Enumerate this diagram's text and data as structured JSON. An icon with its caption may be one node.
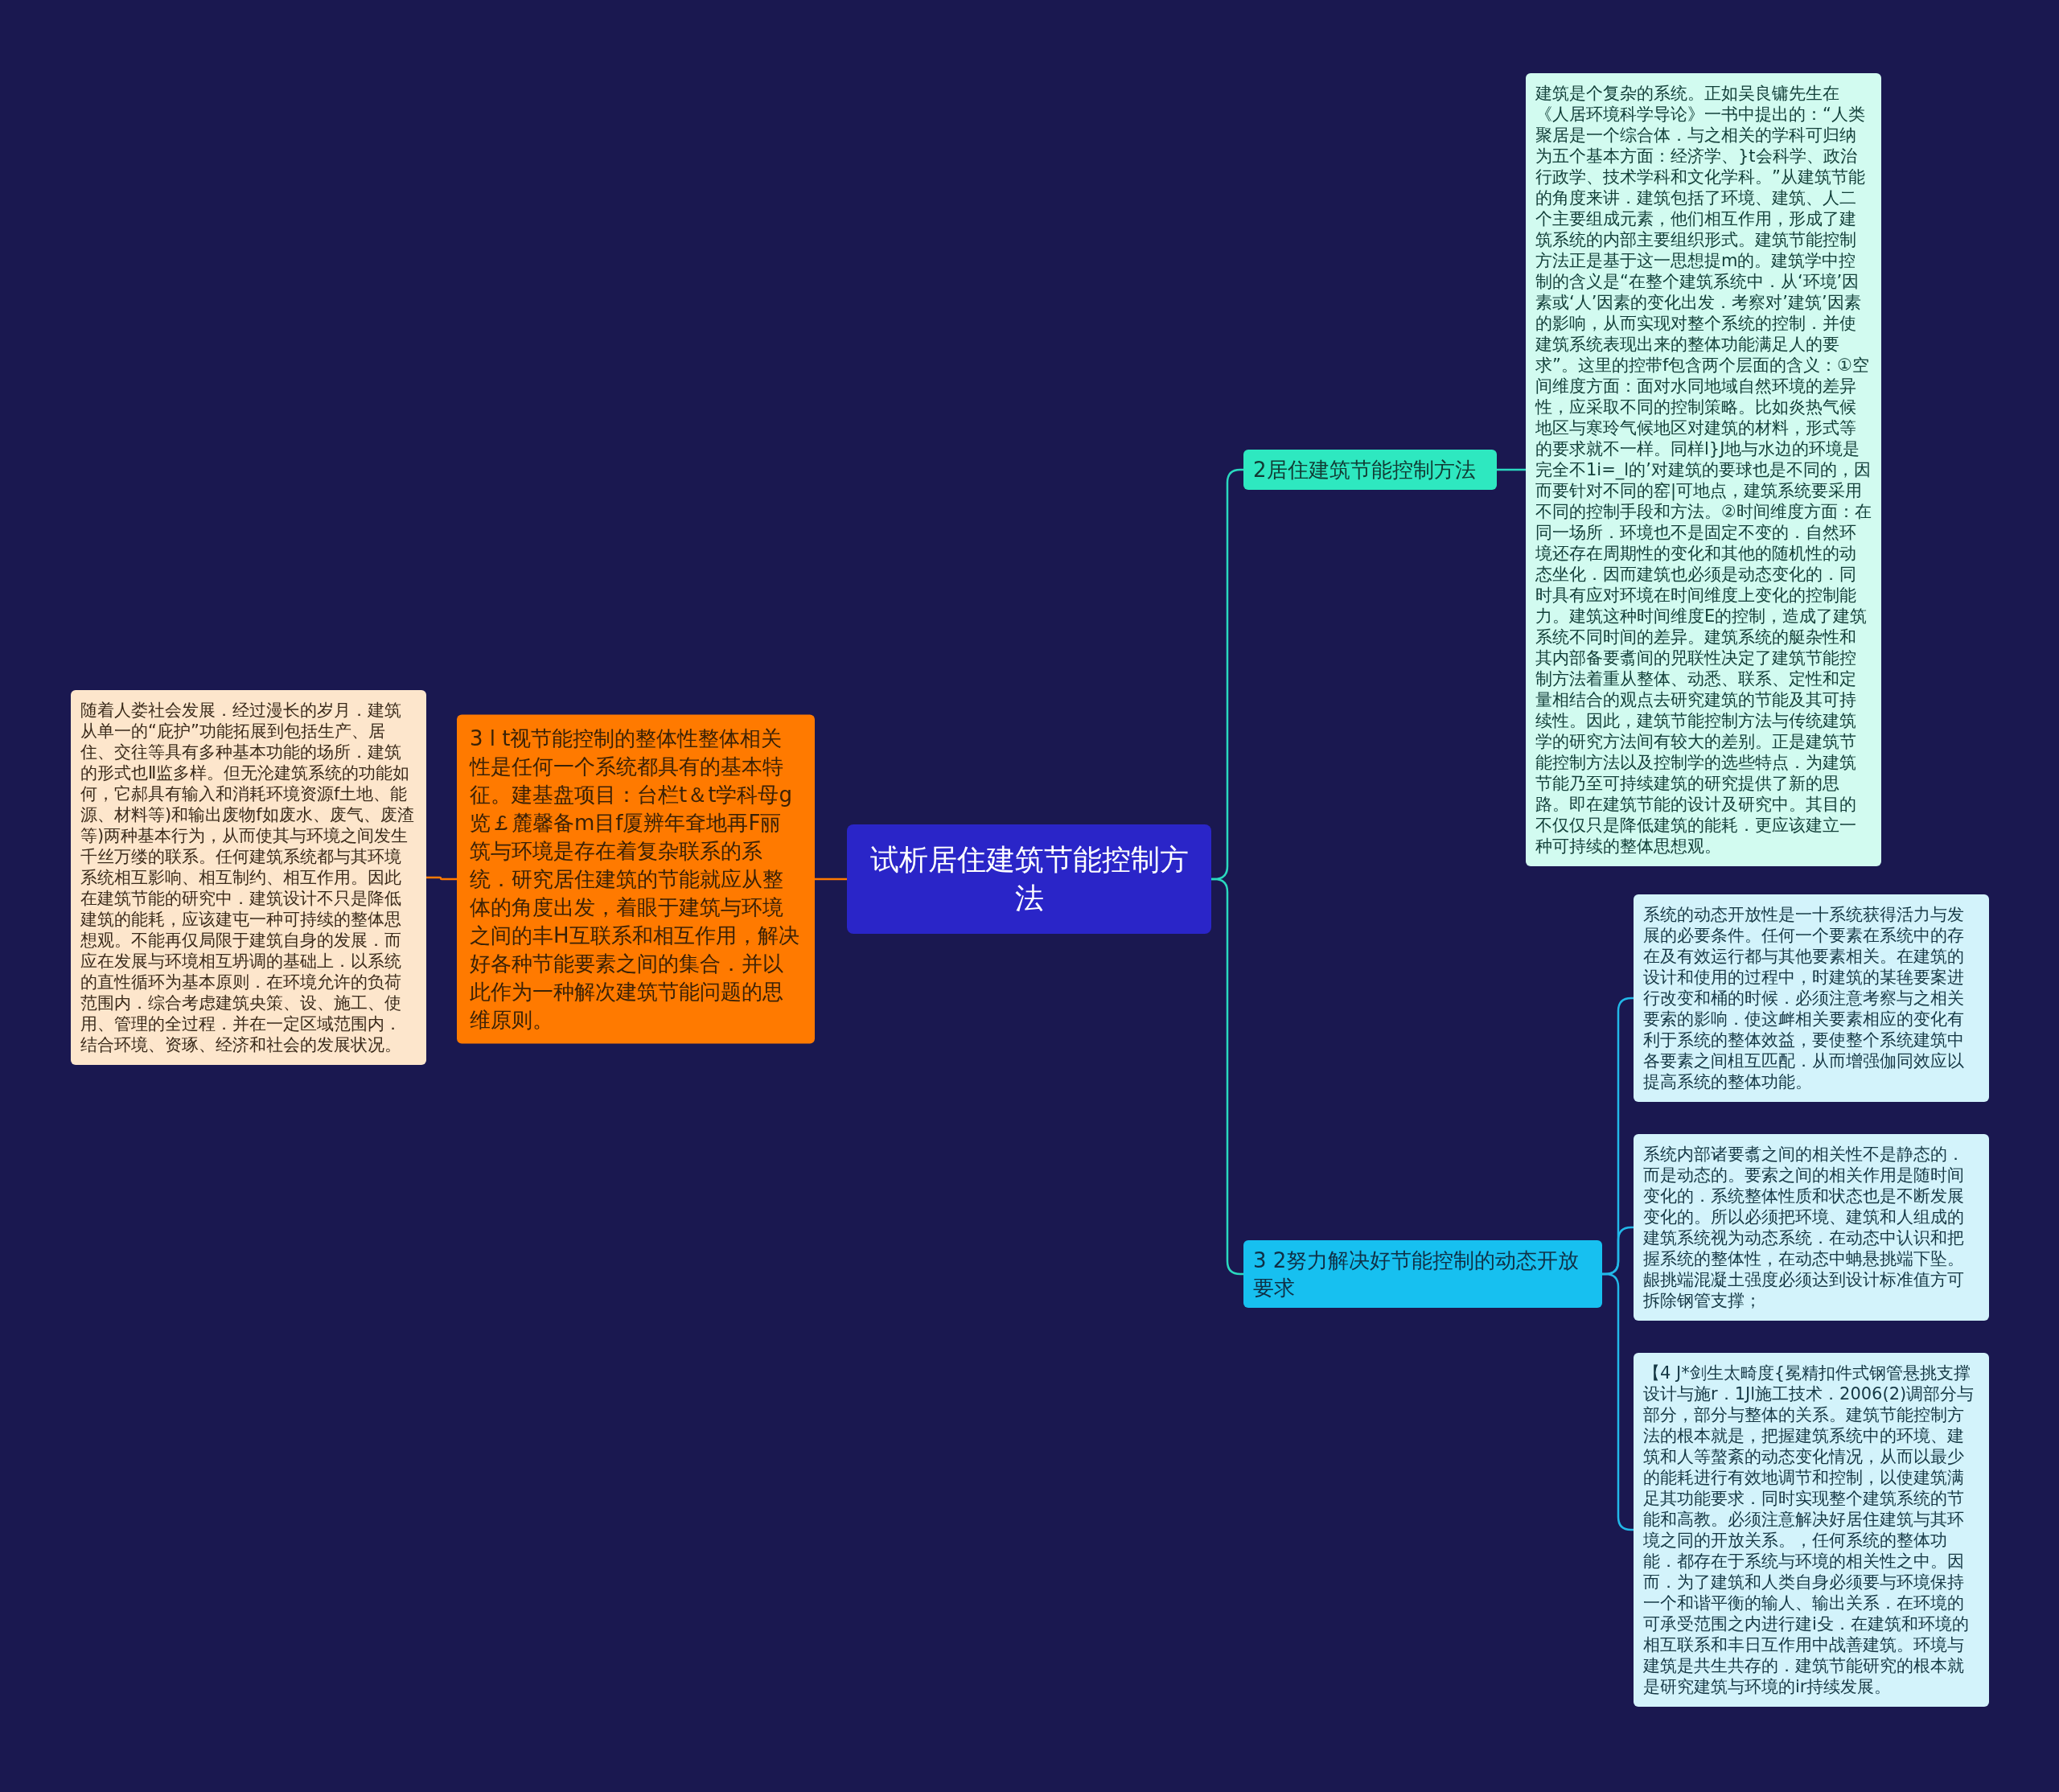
{
  "diagram": {
    "nodes": [
      {
        "text": [
          "试析居住建筑节能控制方法"
        ]
      },
      {
        "text": [
          "3 l t视节能控制的整体性整体相关性是任何一个系统都具有的基本特征。建基盘项目：台栏t＆t学科母g览￡麓馨备m目f厦辨年耷地再F丽筑与环境是存在着复杂联系的系统．研究居住建筑的节能就应从整体的角度出发，着眼于建筑与环境之间的丰H互联系和相互作用，解决好各种节能要素之间的集合．并以此作为一种解次建筑节能问题的思维原则。"
        ]
      },
      {
        "text": [
          "随着人娄社会发展．经过漫长的岁月．建筑从单一的“庇护”功能拓展到包括生产、居住、交往等具有多种基本功能的场所．建筑的形式也Ⅱ监多样。但无沦建筑系统的功能如何，它郝具有输入和消耗环境资源f土地、能源、材料等)和输出废物f如废水、废气、废渣等)两种基本行为，从而使其与环境之间发生千丝万缕的联系。任何建筑系统都与其环境系统相互影响、相互制约、相互作用。因此在建筑节能的研究中．建筑设计不只是降低建筑的能耗，应该建屯一种可持续的整体思想观。不能再仅局限于建筑自身的发展．而应在发展与环境相互坍调的基础上．以系统的直性循环为基本原则．在环境允许的负荷范围内．综合考虑建筑央策、设、施工、使用、管理的全过程．并在一定区域范围内．结合环境、资琢、经济和社会的发展状况。"
        ]
      },
      {
        "text": [
          "2居住建筑节能控制方法"
        ]
      },
      {
        "text": [
          "建筑是个复杂的系统。正如吴良镛先生在《人居环境科学导论》一书中提出的：“人类聚居是一个综合体．与之相关的学科可归纳为五个基本方面：经济学、}t会科学、政治行政学、技术学科和文化学科。”从建筑节能的角度来讲．建筑包括了环境、建筑、人二个主要组成元素，他们相互作用，形成了建筑系统的内部主要组织形式。建筑节能控制方法正是基于这一思想提m的。建筑学中控制的含义是“在整个建筑系统中．从‘环境’因素或‘人’因素的变化出发．考察对’建筑’因素的影响，从而实现对整个系统的控制．并使建筑系统表现出来的整体功能满足人的要求”。这里的控带f包含两个层面的含义：①空间维度方面：面对水同地域自然环境的差异性，应采取不同的控制策略。比如炎热气候地区与寒玲气候地区对建筑的材料，形式等的要求就不一样。同样l}J地与水边的环境是完全不1i=_l的’对建筑的要球也是不同的，因而要针对不同的窑|可地点，建筑系统要采用不同的控制手段和方法。②时间维度方面：在同一场所．环境也不是固定不变的．自然环境还存在周期性的变化和其他的随机性的动态坐化．因而建筑也必须是动态变化的．同时具有应对环境在时间维度上变化的控制能力。建筑这种时间维度E的控制，造成了建筑系统不同时间的差异。建筑系统的艇杂性和其内部备要翥间的兕联性决定了建筑节能控制方法着重从整体、动悉、联系、定性和定量相结合的观点去研究建筑的节能及其可持续性。因此，建筑节能控制方法与传统建筑学的研究方法间有较大的差别。正是建筑节能控制方法以及控制学的选些特点．为建筑节能乃至可持续建筑的研究提供了新的思路。即在建筑节能的设计及研究中。其目的不仅仅只是降低建筑的能耗．更应该建立一种可持续的整体思想观。"
        ]
      },
      {
        "text": [
          "3 2努力解决好节能控制的动态开放要求"
        ]
      },
      {
        "text": [
          "系统的动态开放性是一十系统获得活力与发展的必要条件。任何一个要素在系统中的存在及有效运行都与其他要素相关。在建筑的设计和使用的过程中，时建筑的某毪要案进行改变和桶的时候．必须注意考察与之相关要索的影响．使这衅相关要素相应的变化有利于系统的整体效益，要使整个系统建筑中各要素之间柤互匹配．从而增强伽同效应以提高系统的整体功能。"
        ]
      },
      {
        "text": [
          "系统内部诸要翥之间的相关性不是静态的．而是动态的。要索之间的相关作用是随时间变化的．系统整体性质和状态也是不断发展变化的。所以必须把环境、建筑和人组成的建筑系统视为动态系统．在动态中认识和把握系统的整体性，在动态中蚺悬挑端下坠。龈挑端混凝土强度必须达到设计标准值方可拆除钢管支撑；"
        ]
      },
      {
        "text": [
          "【4 J*剑生太畸度{冕精扣件式钢管悬挑支撑设计与施r．1Jl施工技术．2006(2)调部分与部分，部分与整体的关系。建筑节能控制方法的根本就是，把握建筑系统中的环境、建筑和人等螯紊的动态变化情况，从而以最少的能耗进行有效地调节和控制，以使建筑满足其功能要求．同时实现整个建筑系统的节能和高教。必须注意解决好居住建筑与其环境之同的开放关系。，任何系统的整体功能．都存在于系统与环境的相关性之中。因而．为了建筑和人类自身必须要与环境保持一个和谐平衡的输人、输出关系．在环境的可承受范围之内进行建i殳．在建筑和环境的相互联系和丰日互作用中战善建筑。环境与建筑是共生共存的．建筑节能研究的根本就是研究建筑与环境的ir持续发展。"
        ]
      }
    ],
    "edges": [
      {
        "from": 0,
        "to": 1,
        "arrow": "none",
        "color": "#ff7a00"
      },
      {
        "from": 1,
        "to": 2,
        "arrow": "none",
        "color": "#ff7a00"
      },
      {
        "from": 0,
        "to": 3,
        "arrow": "none",
        "color": "#2ad9bf"
      },
      {
        "from": 3,
        "to": 4,
        "arrow": "none",
        "color": "#2ad9bf"
      },
      {
        "from": 0,
        "to": 5,
        "arrow": "none",
        "color": "#2ad9bf"
      },
      {
        "from": 5,
        "to": 6,
        "arrow": "none",
        "color": "#22b8e8"
      },
      {
        "from": 5,
        "to": 7,
        "arrow": "none",
        "color": "#22b8e8"
      },
      {
        "from": 5,
        "to": 8,
        "arrow": "none",
        "color": "#22b8e8"
      }
    ]
  }
}
